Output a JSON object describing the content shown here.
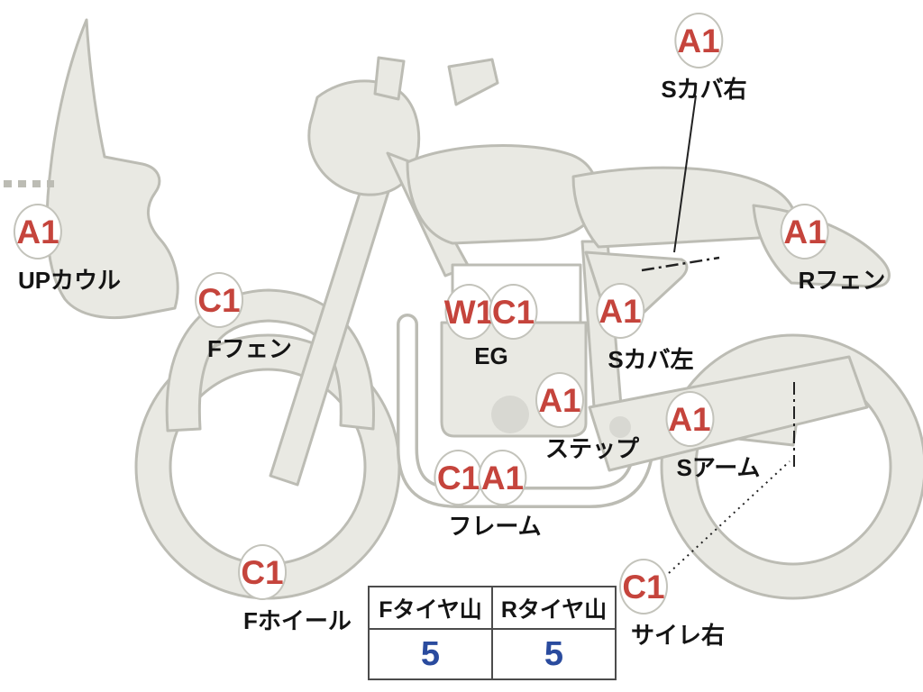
{
  "diagram": {
    "labels": [
      {
        "codes": [
          "A1"
        ],
        "part": "Sカバ右"
      },
      {
        "codes": [
          "A1"
        ],
        "part": "UPカウル"
      },
      {
        "codes": [
          "C1"
        ],
        "part": "Fフェン"
      },
      {
        "codes": [
          "W1",
          "C1"
        ],
        "part": "EG"
      },
      {
        "codes": [
          "A1"
        ],
        "part": "Sカバ左"
      },
      {
        "codes": [
          "A1"
        ],
        "part": "Rフェン"
      },
      {
        "codes": [
          "A1"
        ],
        "part": "ステップ"
      },
      {
        "codes": [
          "A1"
        ],
        "part": "Sアーム"
      },
      {
        "codes": [
          "C1",
          "A1"
        ],
        "part": "フレーム"
      },
      {
        "codes": [
          "C1"
        ],
        "part": "Fホイール"
      },
      {
        "codes": [
          "C1"
        ],
        "part": "サイレ右"
      }
    ],
    "tire_table": {
      "col1_header": "Fタイヤ山",
      "col2_header": "Rタイヤ山",
      "col1_value": "5",
      "col2_value": "5"
    },
    "colors": {
      "code_red": "#c5443c",
      "value_blue": "#2a4b9e",
      "body_fill": "#e9e9e3",
      "body_stroke": "#bcbcb4"
    }
  }
}
